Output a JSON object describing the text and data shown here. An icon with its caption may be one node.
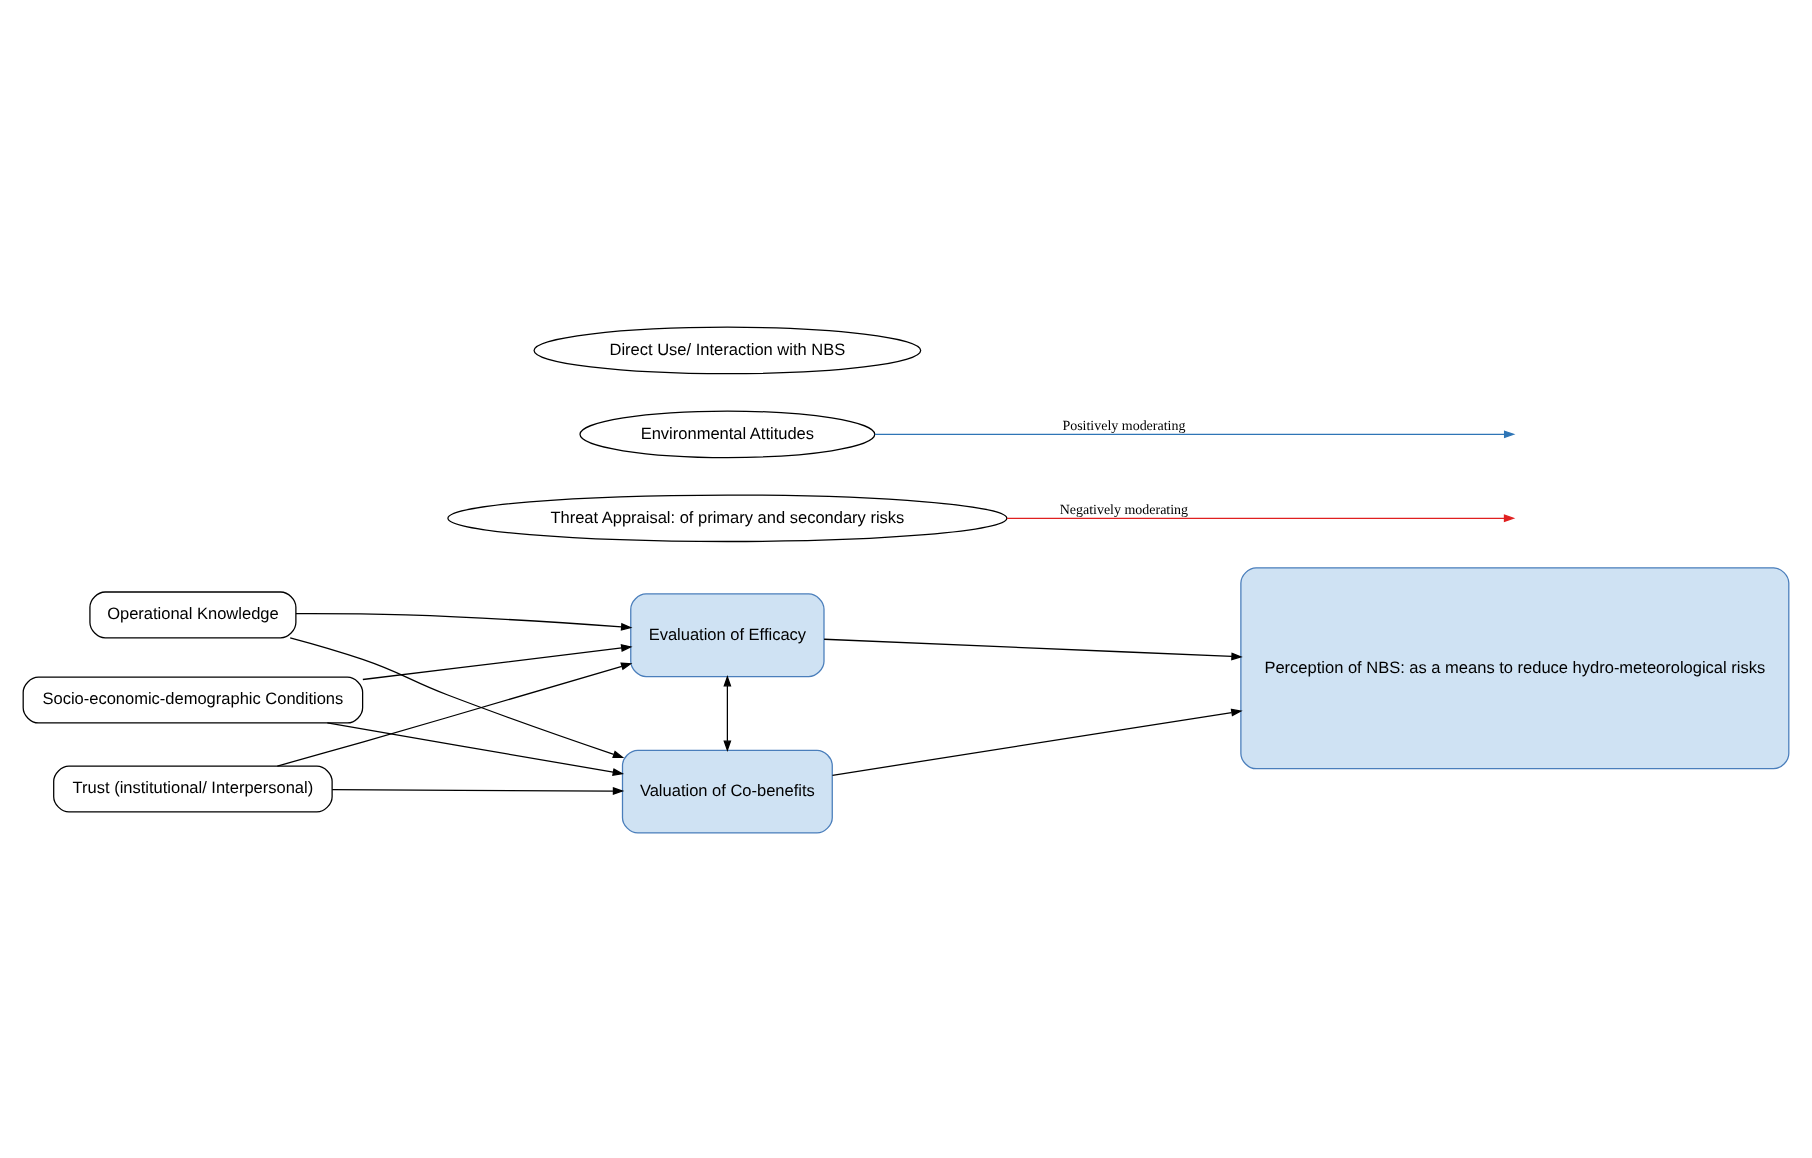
{
  "diagram": {
    "nodes": [
      {
        "text": [
          "Socio-economic-demographic Conditions"
        ]
      },
      {
        "text": [
          "Operational Knowledge"
        ]
      },
      {
        "text": [
          "Trust (institutional/ Interpersonal)"
        ]
      },
      {
        "text": [
          "Evaluation of Efficacy"
        ]
      },
      {
        "text": [
          "Valuation of Co-benefits"
        ]
      },
      {
        "text": [
          "Threat Appraisal: of primary and secondary risks"
        ]
      },
      {
        "text": [
          "Perception of NBS: as a means to reduce hydro-meteorological risks"
        ]
      },
      {
        "text": [
          "Environmental Attitudes"
        ]
      },
      {
        "text": [
          "Direct Use/ Interaction with NBS"
        ]
      }
    ],
    "edges": [
      {
        "from": 0,
        "to": 3,
        "arrow": "to"
      },
      {
        "from": 0,
        "to": 4,
        "arrow": "to"
      },
      {
        "from": 1,
        "to": 3,
        "arrow": "to"
      },
      {
        "from": 1,
        "to": 4,
        "arrow": "to"
      },
      {
        "from": 2,
        "to": 3,
        "arrow": "to"
      },
      {
        "from": 2,
        "to": 4,
        "arrow": "to"
      },
      {
        "from": 3,
        "to": 4,
        "arrow": "both"
      },
      {
        "from": 3,
        "to": 6,
        "arrow": "to"
      },
      {
        "from": 4,
        "to": 6,
        "arrow": "to"
      },
      {
        "from": 5,
        "to": null,
        "arrow": "to",
        "label": "Negatively moderating",
        "color": "#e02020"
      },
      {
        "from": 7,
        "to": null,
        "arrow": "to",
        "label": "Positively moderating",
        "color": "#2e75b6"
      }
    ]
  }
}
